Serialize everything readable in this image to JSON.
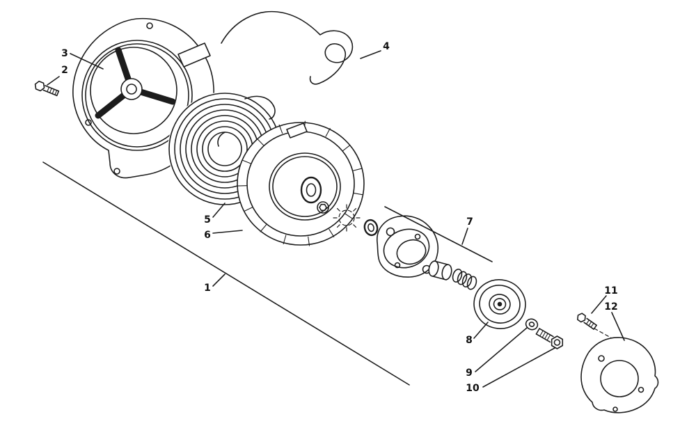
{
  "diagram": {
    "kind": "exploded-parts-diagram",
    "background": "#ffffff",
    "line_color": "#1c1c1c",
    "callouts": [
      {
        "label": "1"
      },
      {
        "label": "2"
      },
      {
        "label": "3"
      },
      {
        "label": "4"
      },
      {
        "label": "5"
      },
      {
        "label": "6"
      },
      {
        "label": "7"
      },
      {
        "label": "8"
      },
      {
        "label": "9"
      },
      {
        "label": "10"
      },
      {
        "label": "11"
      },
      {
        "label": "12"
      }
    ]
  }
}
